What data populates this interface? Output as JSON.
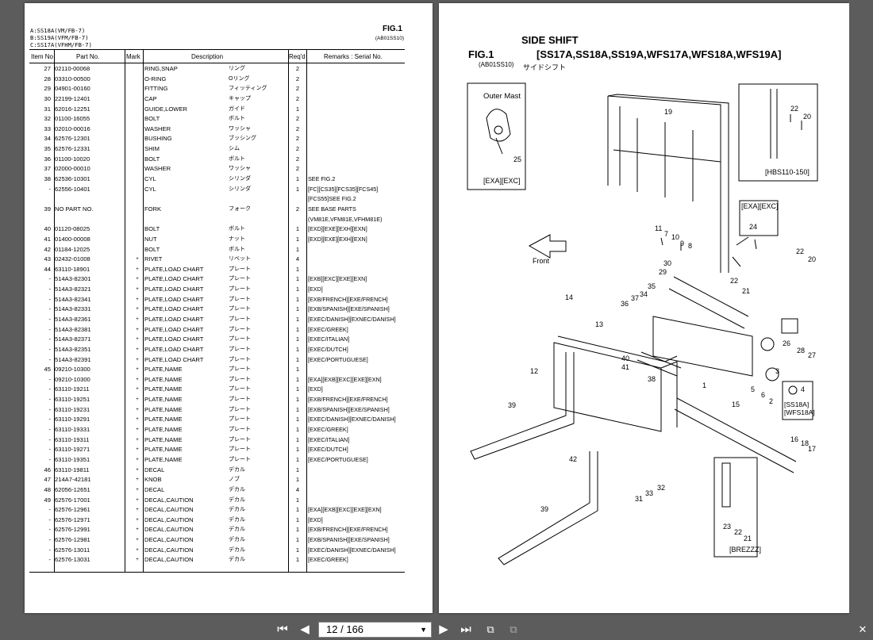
{
  "left_page": {
    "series": [
      "A:SS18A(VM/FB-7)",
      "B:SS19A(VFM/FB-7)",
      "C:SS17A(VFHM/FB-7)"
    ],
    "fig_label": "FIG.1",
    "fig_code": "(AB01SS10)",
    "columns": {
      "item": "Item No",
      "part": "Part No.",
      "mark": "Mark",
      "desc": "Description",
      "qty": "Req'd",
      "remarks": "Remarks : Serial No."
    },
    "rows": [
      {
        "item": "27",
        "part": "02110-00068",
        "mark": "",
        "desc": "RING,SNAP",
        "jp": "リング",
        "qty": "2",
        "remarks": ""
      },
      {
        "item": "28",
        "part": "03310-00500",
        "mark": "",
        "desc": "O-RING",
        "jp": "Oリング",
        "qty": "2",
        "remarks": ""
      },
      {
        "item": "29",
        "part": "04901-00160",
        "mark": "",
        "desc": "FITTING",
        "jp": "フィッティング",
        "qty": "2",
        "remarks": ""
      },
      {
        "item": "30",
        "part": "22199-12401",
        "mark": "",
        "desc": "CAP",
        "jp": "キャップ",
        "qty": "2",
        "remarks": ""
      },
      {
        "item": "31",
        "part": "62016-12251",
        "mark": "",
        "desc": "GUIDE,LOWER",
        "jp": "ガイド",
        "qty": "1",
        "remarks": ""
      },
      {
        "item": "32",
        "part": "01100-16055",
        "mark": "",
        "desc": "BOLT",
        "jp": "ボルト",
        "qty": "2",
        "remarks": ""
      },
      {
        "item": "33",
        "part": "02010-00016",
        "mark": "",
        "desc": "WASHER",
        "jp": "ワッシャ",
        "qty": "2",
        "remarks": ""
      },
      {
        "item": "34",
        "part": "62576-12301",
        "mark": "",
        "desc": "BUSHING",
        "jp": "ブッシング",
        "qty": "2",
        "remarks": ""
      },
      {
        "item": "35",
        "part": "62576-12331",
        "mark": "",
        "desc": "SHIM",
        "jp": "シム",
        "qty": "2",
        "remarks": ""
      },
      {
        "item": "36",
        "part": "01100-10020",
        "mark": "",
        "desc": "BOLT",
        "jp": "ボルト",
        "qty": "2",
        "remarks": ""
      },
      {
        "item": "37",
        "part": "02000-00010",
        "mark": "",
        "desc": "WASHER",
        "jp": "ワッシャ",
        "qty": "2",
        "remarks": ""
      },
      {
        "item": "38",
        "part": "62536-10301",
        "mark": "",
        "desc": "CYL",
        "jp": "シリンダ",
        "qty": "1",
        "remarks": "SEE FIG.2"
      },
      {
        "item": "-",
        "part": "62556-10401",
        "mark": "",
        "desc": "CYL",
        "jp": "シリンダ",
        "qty": "1",
        "remarks": "[FC][CS35][FCS35][FCS45]"
      },
      {
        "item": "",
        "part": "",
        "mark": "",
        "desc": "",
        "jp": "",
        "qty": "",
        "remarks": "[FCS55]SEE FIG.2"
      },
      {
        "item": "39",
        "part": "NO PART NO.",
        "mark": "",
        "desc": "FORK",
        "jp": "フォーク",
        "qty": "2",
        "remarks": "SEE BASE PARTS"
      },
      {
        "item": "",
        "part": "",
        "mark": "",
        "desc": "",
        "jp": "",
        "qty": "",
        "remarks": "(VM81E,VFM81E,VFHM81E)"
      },
      {
        "item": "40",
        "part": "01120-08025",
        "mark": "",
        "desc": "BOLT",
        "jp": "ボルト",
        "qty": "1",
        "remarks": "[EXD][EXE][EXH][EXN]"
      },
      {
        "item": "41",
        "part": "01400-00008",
        "mark": "",
        "desc": "NUT",
        "jp": "ナット",
        "qty": "1",
        "remarks": "[EXD][EXE][EXH][EXN]"
      },
      {
        "item": "42",
        "part": "01184-12025",
        "mark": "",
        "desc": "BOLT",
        "jp": "ボルト",
        "qty": "1",
        "remarks": ""
      },
      {
        "item": "43",
        "part": "02432-01008",
        "mark": "+",
        "desc": "RIVET",
        "jp": "リベット",
        "qty": "4",
        "remarks": ""
      },
      {
        "item": "44",
        "part": "63110-18901",
        "mark": "+",
        "desc": "PLATE,LOAD CHART",
        "jp": "プレート",
        "qty": "1",
        "remarks": ""
      },
      {
        "item": "-",
        "part": "514A3-82301",
        "mark": "+",
        "desc": "PLATE,LOAD CHART",
        "jp": "プレート",
        "qty": "1",
        "remarks": "[EXB][EXC][EXE][EXN]"
      },
      {
        "item": "-",
        "part": "514A3-82321",
        "mark": "+",
        "desc": "PLATE,LOAD CHART",
        "jp": "プレート",
        "qty": "1",
        "remarks": "[EXD]"
      },
      {
        "item": "-",
        "part": "514A3-82341",
        "mark": "+",
        "desc": "PLATE,LOAD CHART",
        "jp": "プレート",
        "qty": "1",
        "remarks": "[EXB/FRENCH][EXE/FRENCH]"
      },
      {
        "item": "-",
        "part": "514A3-82331",
        "mark": "+",
        "desc": "PLATE,LOAD CHART",
        "jp": "プレート",
        "qty": "1",
        "remarks": "[EXB/SPANISH][EXE/SPANISH]"
      },
      {
        "item": "-",
        "part": "514A3-82361",
        "mark": "+",
        "desc": "PLATE,LOAD CHART",
        "jp": "プレート",
        "qty": "1",
        "remarks": "[EXEC/DANISH][EXNEC/DANISH]"
      },
      {
        "item": "-",
        "part": "514A3-82381",
        "mark": "+",
        "desc": "PLATE,LOAD CHART",
        "jp": "プレート",
        "qty": "1",
        "remarks": "[EXEC/GREEK]"
      },
      {
        "item": "-",
        "part": "514A3-82371",
        "mark": "+",
        "desc": "PLATE,LOAD CHART",
        "jp": "プレート",
        "qty": "1",
        "remarks": "[EXEC/ITALIAN]"
      },
      {
        "item": "-",
        "part": "514A3-82351",
        "mark": "+",
        "desc": "PLATE,LOAD CHART",
        "jp": "プレート",
        "qty": "1",
        "remarks": "[EXEC/DUTCH]"
      },
      {
        "item": "-",
        "part": "514A3-82391",
        "mark": "+",
        "desc": "PLATE,LOAD CHART",
        "jp": "プレート",
        "qty": "1",
        "remarks": "[EXEC/PORTUGUESE]"
      },
      {
        "item": "45",
        "part": "09210-10300",
        "mark": "+",
        "desc": "PLATE,NAME",
        "jp": "プレート",
        "qty": "1",
        "remarks": ""
      },
      {
        "item": "-",
        "part": "09210-10300",
        "mark": "+",
        "desc": "PLATE,NAME",
        "jp": "プレート",
        "qty": "1",
        "remarks": "[EXA][EXB][EXC][EXE][EXN]"
      },
      {
        "item": "-",
        "part": "63110-19211",
        "mark": "+",
        "desc": "PLATE,NAME",
        "jp": "プレート",
        "qty": "1",
        "remarks": "[EXD]"
      },
      {
        "item": "-",
        "part": "63110-19251",
        "mark": "+",
        "desc": "PLATE,NAME",
        "jp": "プレート",
        "qty": "1",
        "remarks": "[EXB/FRENCH][EXE/FRENCH]"
      },
      {
        "item": "-",
        "part": "63110-19231",
        "mark": "+",
        "desc": "PLATE,NAME",
        "jp": "プレート",
        "qty": "1",
        "remarks": "[EXB/SPANISH][EXE/SPANISH]"
      },
      {
        "item": "-",
        "part": "63110-19291",
        "mark": "+",
        "desc": "PLATE,NAME",
        "jp": "プレート",
        "qty": "1",
        "remarks": "[EXEC/DANISH][EXNEC/DANISH]"
      },
      {
        "item": "-",
        "part": "63110-19331",
        "mark": "+",
        "desc": "PLATE,NAME",
        "jp": "プレート",
        "qty": "1",
        "remarks": "[EXEC/GREEK]"
      },
      {
        "item": "-",
        "part": "63110-19311",
        "mark": "+",
        "desc": "PLATE,NAME",
        "jp": "プレート",
        "qty": "1",
        "remarks": "[EXEC/ITALIAN]"
      },
      {
        "item": "-",
        "part": "63110-19271",
        "mark": "+",
        "desc": "PLATE,NAME",
        "jp": "プレート",
        "qty": "1",
        "remarks": "[EXEC/DUTCH]"
      },
      {
        "item": "-",
        "part": "63110-19351",
        "mark": "+",
        "desc": "PLATE,NAME",
        "jp": "プレート",
        "qty": "1",
        "remarks": "[EXEC/PORTUGUESE]"
      },
      {
        "item": "46",
        "part": "63110-19811",
        "mark": "+",
        "desc": "DECAL",
        "jp": "デカル",
        "qty": "1",
        "remarks": ""
      },
      {
        "item": "47",
        "part": "214A7-42181",
        "mark": "+",
        "desc": "KNOB",
        "jp": "ノブ",
        "qty": "1",
        "remarks": ""
      },
      {
        "item": "48",
        "part": "62056-12651",
        "mark": "+",
        "desc": "DECAL",
        "jp": "デカル",
        "qty": "4",
        "remarks": ""
      },
      {
        "item": "49",
        "part": "62576-17001",
        "mark": "+",
        "desc": "DECAL,CAUTION",
        "jp": "デカル",
        "qty": "1",
        "remarks": ""
      },
      {
        "item": "-",
        "part": "62576-12961",
        "mark": "+",
        "desc": "DECAL,CAUTION",
        "jp": "デカル",
        "qty": "1",
        "remarks": "[EXA][EXB][EXC][EXE][EXN]"
      },
      {
        "item": "-",
        "part": "62576-12971",
        "mark": "+",
        "desc": "DECAL,CAUTION",
        "jp": "デカル",
        "qty": "1",
        "remarks": "[EXD]"
      },
      {
        "item": "-",
        "part": "62576-12991",
        "mark": "+",
        "desc": "DECAL,CAUTION",
        "jp": "デカル",
        "qty": "1",
        "remarks": "[EXB/FRENCH][EXE/FRENCH]"
      },
      {
        "item": "-",
        "part": "62576-12981",
        "mark": "+",
        "desc": "DECAL,CAUTION",
        "jp": "デカル",
        "qty": "1",
        "remarks": "[EXB/SPANISH][EXE/SPANISH]"
      },
      {
        "item": "-",
        "part": "62576-13011",
        "mark": "+",
        "desc": "DECAL,CAUTION",
        "jp": "デカル",
        "qty": "1",
        "remarks": "[EXEC/DANISH][EXNEC/DANISH]"
      },
      {
        "item": "-",
        "part": "62576-13031",
        "mark": "+",
        "desc": "DECAL,CAUTION",
        "jp": "デカル",
        "qty": "1",
        "remarks": "[EXEC/GREEK]"
      }
    ]
  },
  "right_page": {
    "title": "SIDE SHIFT",
    "fig_label": "FIG.1",
    "models": "[SS17A,SS18A,SS19A,WFS17A,WFS18A,WFS19A]",
    "fig_code": "(AB01SS10)",
    "jp_title": "サイドシフト",
    "inset_outer_mast_label": "Outer Mast",
    "inset_outer_mast_tag": "[EXA][EXC]",
    "inset_hbs_tag": "[HBS110-150]",
    "inset_exa_exc_tag": "[EXA][EXC]",
    "inset_ss18a_tag": "[SS18A]",
    "inset_wfs18a_tag": "[WFS18A]",
    "inset_brezzz_tag": "[BREZZZ]",
    "front_label": "Front",
    "callouts": [
      "19",
      "22",
      "20",
      "25",
      "24",
      "22",
      "20",
      "11",
      "7",
      "10",
      "9",
      "8",
      "30",
      "29",
      "22",
      "21",
      "35",
      "34",
      "37",
      "36",
      "14",
      "13",
      "26",
      "28",
      "27",
      "40",
      "41",
      "38",
      "1",
      "3",
      "12",
      "5",
      "6",
      "2",
      "4",
      "39",
      "15",
      "16",
      "18",
      "17",
      "42",
      "31",
      "33",
      "32",
      "23",
      "22",
      "21",
      "39"
    ]
  },
  "toolbar": {
    "current_page": "12",
    "separator": "/",
    "total_pages": "166",
    "first_icon": "first-page-icon",
    "prev_icon": "prev-page-icon",
    "next_icon": "next-page-icon",
    "last_icon": "last-page-icon"
  }
}
